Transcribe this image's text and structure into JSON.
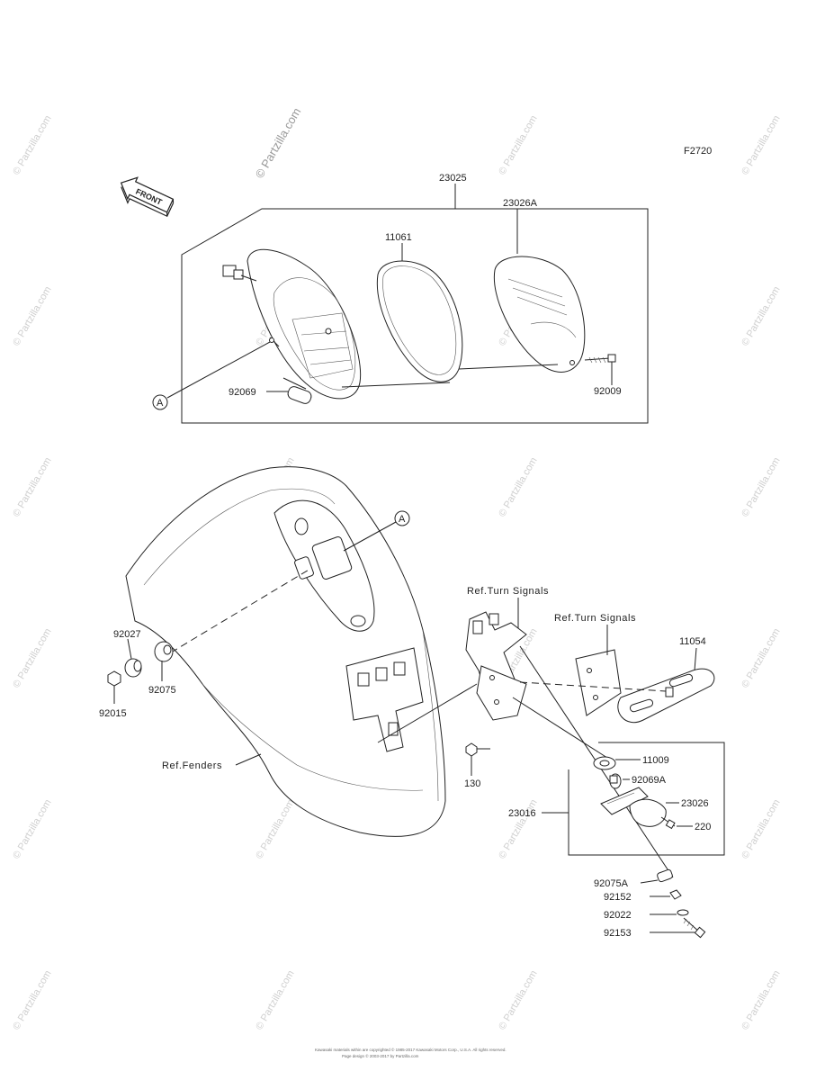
{
  "diagram_id": "F2720",
  "front_arrow_label": "FRONT",
  "watermark_main": "© Partzilla.com",
  "watermark_tile": "© Partzilla.com",
  "footer_line1": "Kawasaki materials within are copyrighted © 1985-2017 Kawasaki Motors Corp., U.S.A. All rights reserved.",
  "footer_line2": "Page design © 2003-2017 by Partzilla.com",
  "callout_letter": "A",
  "parts": {
    "p23025": "23025",
    "p11061": "11061",
    "p23026A": "23026A",
    "p92069": "92069",
    "p92009": "92009",
    "p92027": "92027",
    "p92075": "92075",
    "p92015": "92015",
    "p130": "130",
    "p23016": "23016",
    "p11009": "11009",
    "p92069A": "92069A",
    "p23026": "23026",
    "p220": "220",
    "p11054": "11054",
    "p92075A": "92075A",
    "p92152": "92152",
    "p92022": "92022",
    "p92153": "92153"
  },
  "refs": {
    "turn_signals_1": "Ref.Turn Signals",
    "turn_signals_2": "Ref.Turn Signals",
    "fenders": "Ref.Fenders"
  }
}
